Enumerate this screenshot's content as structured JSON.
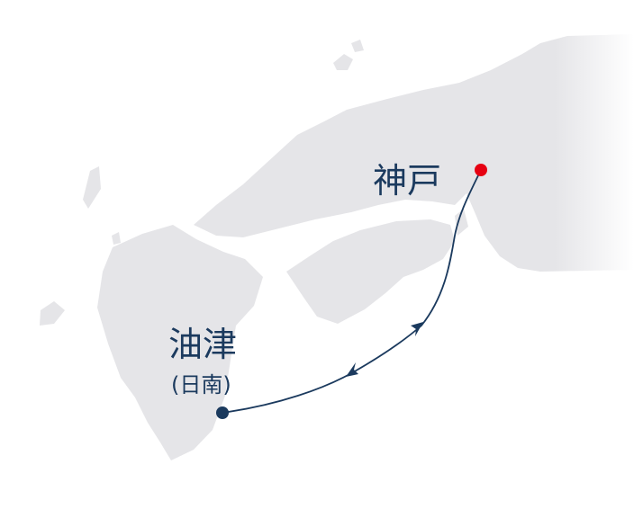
{
  "map": {
    "land_color": "#e5e5e8",
    "route_color": "#1b3a5e",
    "origin": {
      "name": "神戸",
      "color": "#e60012"
    },
    "destination": {
      "name": "油津",
      "sub": "(日南)",
      "color": "#1b3a5e"
    }
  }
}
